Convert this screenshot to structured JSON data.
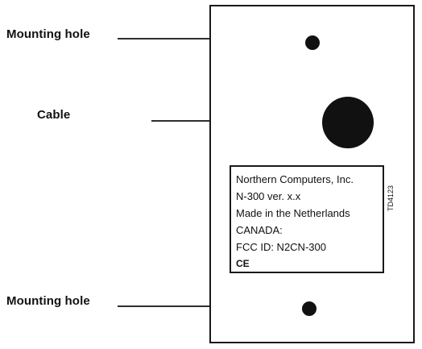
{
  "callouts": {
    "mounting_hole_top": "Mounting hole",
    "cable": "Cable",
    "mounting_hole_bottom": "Mounting hole"
  },
  "nameplate": {
    "lines": [
      "Northern Computers, Inc.",
      "N-300 ver. x.x",
      "Made in the Netherlands",
      "CANADA:",
      "FCC ID:  N2CN-300"
    ],
    "ce_mark": "CE",
    "drawing_number": "TD4123"
  }
}
